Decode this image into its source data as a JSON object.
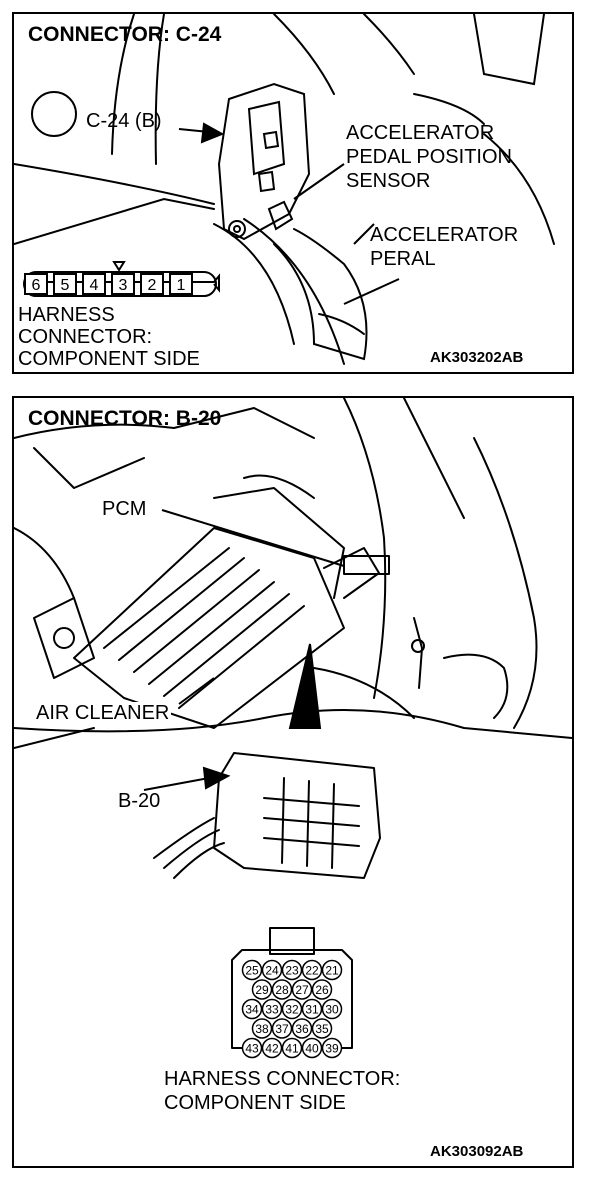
{
  "top": {
    "title": "CONNECTOR: C-24",
    "connector_callout": "C-24 (B)",
    "sensor_label": [
      "ACCELERATOR",
      "PEDAL POSITION",
      "SENSOR"
    ],
    "pedal_label": [
      "ACCELERATOR",
      "PERAL"
    ],
    "pins": [
      "6",
      "5",
      "4",
      "3",
      "2",
      "1"
    ],
    "harness_label": [
      "HARNESS",
      "CONNECTOR:",
      "COMPONENT SIDE"
    ],
    "code": "AK303202AB"
  },
  "bottom": {
    "title": "CONNECTOR: B-20",
    "pcm_label": "PCM",
    "air_cleaner_label": "AIR CLEANER",
    "connector_callout": "B-20",
    "pin_rows": [
      [
        "25",
        "24",
        "23",
        "22",
        "21"
      ],
      [
        "29",
        "28",
        "27",
        "26"
      ],
      [
        "34",
        "33",
        "32",
        "31",
        "30"
      ],
      [
        "38",
        "37",
        "36",
        "35"
      ],
      [
        "43",
        "42",
        "41",
        "40",
        "39"
      ]
    ],
    "harness_label": [
      "HARNESS CONNECTOR:",
      "COMPONENT SIDE"
    ],
    "code": "AK303092AB"
  }
}
